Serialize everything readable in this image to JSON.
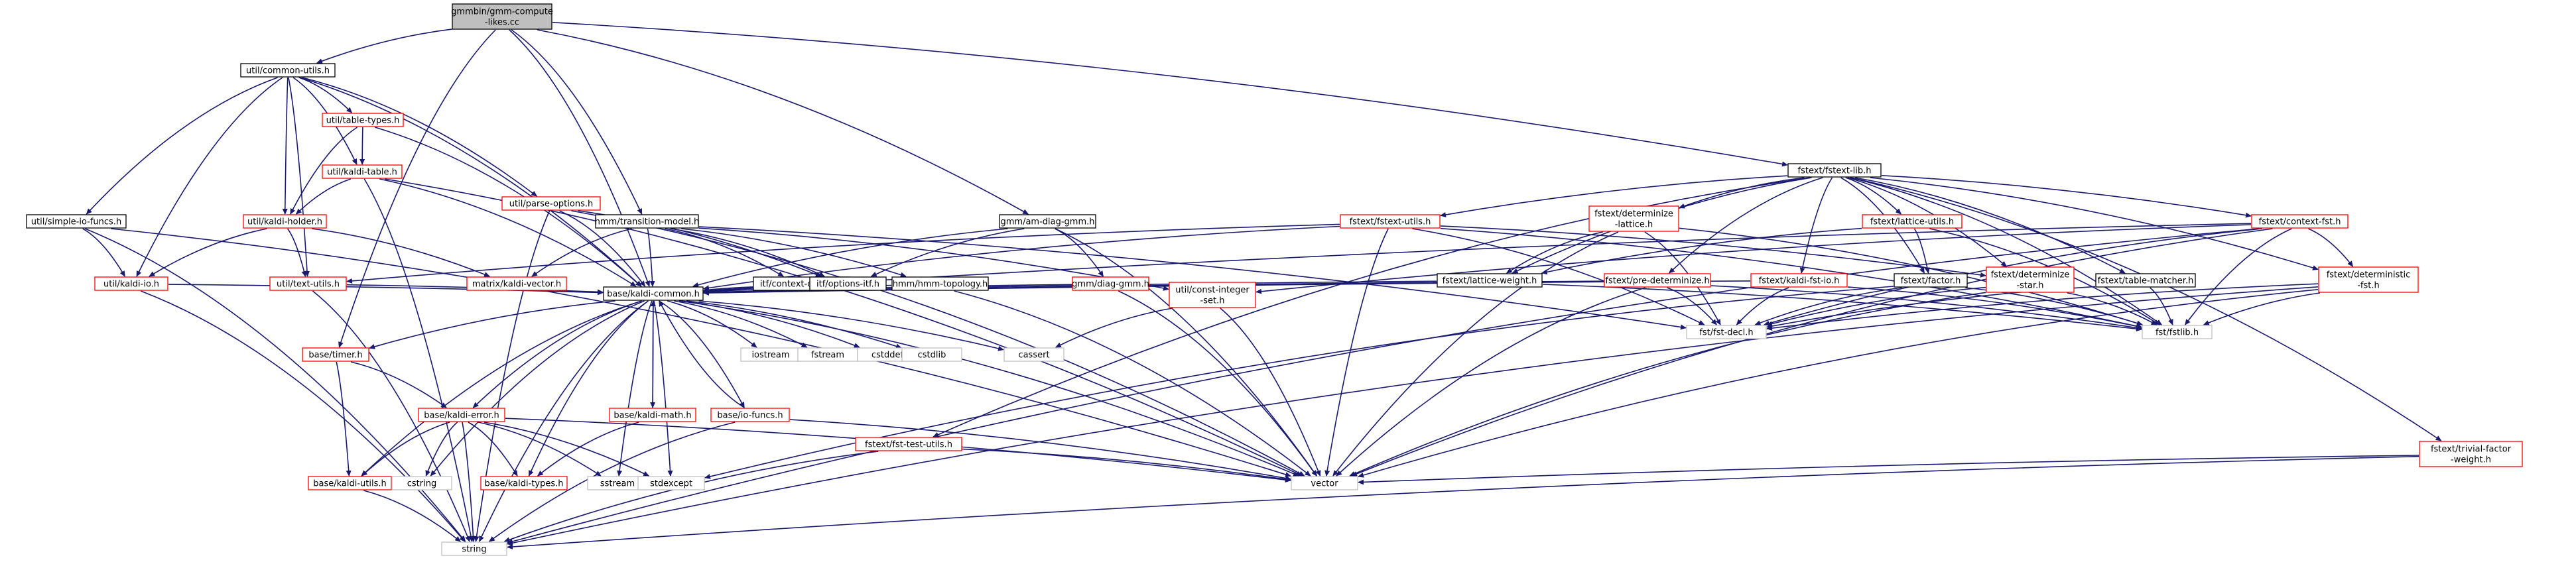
{
  "diagram_title": "gmmbin/gmm-compute-likes.cc",
  "colors": {
    "root_fill": "#bfbfbf",
    "documented_border": "#000000",
    "undocumented_border": "#ff0000",
    "system_border": "#bfbfbf",
    "edge": "#191970"
  },
  "nodes": [
    {
      "id": "root",
      "lines": [
        "gmmbin/gmm-compute",
        "-likes.cc"
      ],
      "kind": "root"
    },
    {
      "id": "common_utils",
      "lines": [
        "util/common-utils.h"
      ],
      "kind": "doc"
    },
    {
      "id": "kaldi_common",
      "lines": [
        "base/kaldi-common.h"
      ],
      "kind": "doc"
    },
    {
      "id": "timer",
      "lines": [
        "base/timer.h"
      ],
      "kind": "undoc"
    },
    {
      "id": "kaldi_error",
      "lines": [
        "base/kaldi-error.h"
      ],
      "kind": "undoc"
    },
    {
      "id": "kaldi_utils",
      "lines": [
        "base/kaldi-utils.h"
      ],
      "kind": "undoc"
    },
    {
      "id": "kaldi_types",
      "lines": [
        "base/kaldi-types.h"
      ],
      "kind": "undoc"
    },
    {
      "id": "kaldi_math",
      "lines": [
        "base/kaldi-math.h"
      ],
      "kind": "undoc"
    },
    {
      "id": "io_funcs",
      "lines": [
        "base/io-funcs.h"
      ],
      "kind": "undoc"
    },
    {
      "id": "parse_options",
      "lines": [
        "util/parse-options.h"
      ],
      "kind": "undoc"
    },
    {
      "id": "table_types",
      "lines": [
        "util/table-types.h"
      ],
      "kind": "undoc"
    },
    {
      "id": "kaldi_table",
      "lines": [
        "util/kaldi-table.h"
      ],
      "kind": "undoc"
    },
    {
      "id": "kaldi_holder",
      "lines": [
        "util/kaldi-holder.h"
      ],
      "kind": "undoc"
    },
    {
      "id": "simple_io_funcs",
      "lines": [
        "util/simple-io-funcs.h"
      ],
      "kind": "doc"
    },
    {
      "id": "kaldi_io",
      "lines": [
        "util/kaldi-io.h"
      ],
      "kind": "undoc"
    },
    {
      "id": "text_utils",
      "lines": [
        "util/text-utils.h"
      ],
      "kind": "undoc"
    },
    {
      "id": "kaldi_vector",
      "lines": [
        "matrix/kaldi-vector.h"
      ],
      "kind": "undoc"
    },
    {
      "id": "transition_model",
      "lines": [
        "hmm/transition-model.h"
      ],
      "kind": "doc"
    },
    {
      "id": "context_dep_itf",
      "lines": [
        "itf/context-dep-itf.h"
      ],
      "kind": "doc"
    },
    {
      "id": "options_itf",
      "lines": [
        "itf/options-itf.h"
      ],
      "kind": "doc"
    },
    {
      "id": "hmm_topology",
      "lines": [
        "hmm/hmm-topology.h"
      ],
      "kind": "doc"
    },
    {
      "id": "am_diag_gmm",
      "lines": [
        "gmm/am-diag-gmm.h"
      ],
      "kind": "doc"
    },
    {
      "id": "diag_gmm",
      "lines": [
        "gmm/diag-gmm.h"
      ],
      "kind": "undoc"
    },
    {
      "id": "const_integer_set",
      "lines": [
        "util/const-integer",
        "-set.h"
      ],
      "kind": "undoc"
    },
    {
      "id": "fstext_lib",
      "lines": [
        "fstext/fstext-lib.h"
      ],
      "kind": "doc"
    },
    {
      "id": "fstext_utils",
      "lines": [
        "fstext/fstext-utils.h"
      ],
      "kind": "undoc"
    },
    {
      "id": "determinize_lattice",
      "lines": [
        "fstext/determinize",
        "-lattice.h"
      ],
      "kind": "undoc"
    },
    {
      "id": "lattice_utils",
      "lines": [
        "fstext/lattice-utils.h"
      ],
      "kind": "undoc"
    },
    {
      "id": "context_fst",
      "lines": [
        "fstext/context-fst.h"
      ],
      "kind": "undoc"
    },
    {
      "id": "lattice_weight",
      "lines": [
        "fstext/lattice-weight.h"
      ],
      "kind": "doc"
    },
    {
      "id": "pre_determinize",
      "lines": [
        "fstext/pre-determinize.h"
      ],
      "kind": "undoc"
    },
    {
      "id": "kaldi_fst_io",
      "lines": [
        "fstext/kaldi-fst-io.h"
      ],
      "kind": "undoc"
    },
    {
      "id": "factor",
      "lines": [
        "fstext/factor.h"
      ],
      "kind": "doc"
    },
    {
      "id": "determinize_star",
      "lines": [
        "fstext/determinize",
        "-star.h"
      ],
      "kind": "undoc"
    },
    {
      "id": "table_matcher",
      "lines": [
        "fstext/table-matcher.h"
      ],
      "kind": "doc"
    },
    {
      "id": "deterministic_fst",
      "lines": [
        "fstext/deterministic",
        "-fst.h"
      ],
      "kind": "undoc"
    },
    {
      "id": "fst_test_utils",
      "lines": [
        "fstext/fst-test-utils.h"
      ],
      "kind": "undoc"
    },
    {
      "id": "trivial_factor_weight",
      "lines": [
        "fstext/trivial-factor",
        "-weight.h"
      ],
      "kind": "undoc"
    },
    {
      "id": "fst_decl",
      "lines": [
        "fst/fst-decl.h"
      ],
      "kind": "sys"
    },
    {
      "id": "fstlib",
      "lines": [
        "fst/fstlib.h"
      ],
      "kind": "sys"
    },
    {
      "id": "vector",
      "lines": [
        "vector"
      ],
      "kind": "sys"
    },
    {
      "id": "string",
      "lines": [
        "string"
      ],
      "kind": "sys"
    },
    {
      "id": "iostream",
      "lines": [
        "iostream"
      ],
      "kind": "sys"
    },
    {
      "id": "fstream",
      "lines": [
        "fstream"
      ],
      "kind": "sys"
    },
    {
      "id": "cstddef",
      "lines": [
        "cstddef"
      ],
      "kind": "sys"
    },
    {
      "id": "cstdlib",
      "lines": [
        "cstdlib"
      ],
      "kind": "sys"
    },
    {
      "id": "cassert",
      "lines": [
        "cassert"
      ],
      "kind": "sys"
    },
    {
      "id": "cstring",
      "lines": [
        "cstring"
      ],
      "kind": "sys"
    },
    {
      "id": "sstream",
      "lines": [
        "sstream"
      ],
      "kind": "sys"
    },
    {
      "id": "stdexcept",
      "lines": [
        "stdexcept"
      ],
      "kind": "sys"
    }
  ],
  "edges": [
    [
      "root",
      "common_utils"
    ],
    [
      "root",
      "kaldi_common"
    ],
    [
      "root",
      "timer"
    ],
    [
      "root",
      "transition_model"
    ],
    [
      "root",
      "am_diag_gmm"
    ],
    [
      "root",
      "fstext_lib"
    ],
    [
      "common_utils",
      "kaldi_common"
    ],
    [
      "common_utils",
      "parse_options"
    ],
    [
      "common_utils",
      "table_types"
    ],
    [
      "common_utils",
      "kaldi_table"
    ],
    [
      "common_utils",
      "kaldi_holder"
    ],
    [
      "common_utils",
      "simple_io_funcs"
    ],
    [
      "common_utils",
      "kaldi_io"
    ],
    [
      "common_utils",
      "text_utils"
    ],
    [
      "table_types",
      "kaldi_table"
    ],
    [
      "table_types",
      "kaldi_holder"
    ],
    [
      "table_types",
      "kaldi_common"
    ],
    [
      "kaldi_table",
      "kaldi_holder"
    ],
    [
      "kaldi_table",
      "kaldi_common"
    ],
    [
      "kaldi_table",
      "vector"
    ],
    [
      "kaldi_table",
      "string"
    ],
    [
      "kaldi_holder",
      "kaldi_io"
    ],
    [
      "kaldi_holder",
      "text_utils"
    ],
    [
      "kaldi_holder",
      "kaldi_vector"
    ],
    [
      "simple_io_funcs",
      "kaldi_io"
    ],
    [
      "simple_io_funcs",
      "string"
    ],
    [
      "simple_io_funcs",
      "vector"
    ],
    [
      "kaldi_io",
      "kaldi_common"
    ],
    [
      "kaldi_io",
      "string"
    ],
    [
      "text_utils",
      "kaldi_common"
    ],
    [
      "text_utils",
      "string"
    ],
    [
      "parse_options",
      "kaldi_common"
    ],
    [
      "parse_options",
      "options_itf"
    ],
    [
      "parse_options",
      "string"
    ],
    [
      "parse_options",
      "vector"
    ],
    [
      "transition_model",
      "kaldi_common"
    ],
    [
      "transition_model",
      "context_dep_itf"
    ],
    [
      "transition_model",
      "options_itf"
    ],
    [
      "transition_model",
      "hmm_topology"
    ],
    [
      "transition_model",
      "kaldi_vector"
    ],
    [
      "transition_model",
      "const_integer_set"
    ],
    [
      "transition_model",
      "fst_decl"
    ],
    [
      "context_dep_itf",
      "kaldi_common"
    ],
    [
      "options_itf",
      "kaldi_common"
    ],
    [
      "hmm_topology",
      "kaldi_common"
    ],
    [
      "hmm_topology",
      "vector"
    ],
    [
      "am_diag_gmm",
      "kaldi_common"
    ],
    [
      "am_diag_gmm",
      "diag_gmm"
    ],
    [
      "am_diag_gmm",
      "vector"
    ],
    [
      "am_diag_gmm",
      "options_itf"
    ],
    [
      "diag_gmm",
      "kaldi_common"
    ],
    [
      "diag_gmm",
      "vector"
    ],
    [
      "const_integer_set",
      "vector"
    ],
    [
      "const_integer_set",
      "cassert"
    ],
    [
      "fstext_lib",
      "fstlib"
    ],
    [
      "fstext_lib",
      "context_fst"
    ],
    [
      "fstext_lib",
      "determinize_star"
    ],
    [
      "fstext_lib",
      "factor"
    ],
    [
      "fstext_lib",
      "fst_test_utils"
    ],
    [
      "fstext_lib",
      "fstext_utils"
    ],
    [
      "fstext_lib",
      "pre_determinize"
    ],
    [
      "fstext_lib",
      "table_matcher"
    ],
    [
      "fstext_lib",
      "lattice_utils"
    ],
    [
      "fstext_lib",
      "determinize_lattice"
    ],
    [
      "fstext_lib",
      "deterministic_fst"
    ],
    [
      "fstext_lib",
      "trivial_factor_weight"
    ],
    [
      "fstext_lib",
      "kaldi_fst_io"
    ],
    [
      "fstext_lib",
      "lattice_weight"
    ],
    [
      "fstext_utils",
      "kaldi_common"
    ],
    [
      "fstext_utils",
      "text_utils"
    ],
    [
      "fstext_utils",
      "fst_decl"
    ],
    [
      "fstext_utils",
      "fstlib"
    ],
    [
      "fstext_utils",
      "vector"
    ],
    [
      "fstext_utils",
      "determinize_star"
    ],
    [
      "determinize_lattice",
      "lattice_weight"
    ],
    [
      "determinize_lattice",
      "fstlib"
    ],
    [
      "determinize_lattice",
      "fst_decl"
    ],
    [
      "determinize_lattice",
      "vector"
    ],
    [
      "lattice_utils",
      "factor"
    ],
    [
      "lattice_utils",
      "fstlib"
    ],
    [
      "lattice_utils",
      "lattice_weight"
    ],
    [
      "context_fst",
      "kaldi_common"
    ],
    [
      "context_fst",
      "fstlib"
    ],
    [
      "context_fst",
      "fst_decl"
    ],
    [
      "context_fst",
      "deterministic_fst"
    ],
    [
      "context_fst",
      "const_integer_set"
    ],
    [
      "context_fst",
      "string"
    ],
    [
      "context_fst",
      "vector"
    ],
    [
      "lattice_weight",
      "kaldi_common"
    ],
    [
      "lattice_weight",
      "fstlib"
    ],
    [
      "pre_determinize",
      "kaldi_common"
    ],
    [
      "pre_determinize",
      "fstlib"
    ],
    [
      "pre_determinize",
      "fst_decl"
    ],
    [
      "pre_determinize",
      "vector"
    ],
    [
      "kaldi_fst_io",
      "kaldi_common"
    ],
    [
      "kaldi_fst_io",
      "fst_decl"
    ],
    [
      "kaldi_fst_io",
      "fstlib"
    ],
    [
      "factor",
      "fst_decl"
    ],
    [
      "factor",
      "fstlib"
    ],
    [
      "factor",
      "stdexcept"
    ],
    [
      "determinize_star",
      "fst_decl"
    ],
    [
      "determinize_star",
      "fstlib"
    ],
    [
      "determinize_star",
      "vector"
    ],
    [
      "table_matcher",
      "fst_decl"
    ],
    [
      "table_matcher",
      "fstlib"
    ],
    [
      "deterministic_fst",
      "fstlib"
    ],
    [
      "deterministic_fst",
      "fst_decl"
    ],
    [
      "deterministic_fst",
      "string"
    ],
    [
      "deterministic_fst",
      "vector"
    ],
    [
      "fst_test_utils",
      "vector"
    ],
    [
      "fst_test_utils",
      "string"
    ],
    [
      "trivial_factor_weight",
      "vector"
    ],
    [
      "trivial_factor_weight",
      "string"
    ],
    [
      "kaldi_common",
      "timer"
    ],
    [
      "kaldi_common",
      "kaldi_error"
    ],
    [
      "kaldi_common",
      "kaldi_utils"
    ],
    [
      "kaldi_common",
      "kaldi_types"
    ],
    [
      "kaldi_common",
      "kaldi_math"
    ],
    [
      "kaldi_common",
      "io_funcs"
    ],
    [
      "kaldi_common",
      "iostream"
    ],
    [
      "kaldi_common",
      "fstream"
    ],
    [
      "kaldi_common",
      "cstddef"
    ],
    [
      "kaldi_common",
      "cstdlib"
    ],
    [
      "kaldi_common",
      "cassert"
    ],
    [
      "kaldi_common",
      "cstring"
    ],
    [
      "kaldi_common",
      "sstream"
    ],
    [
      "kaldi_common",
      "stdexcept"
    ],
    [
      "kaldi_common",
      "string"
    ],
    [
      "kaldi_common",
      "vector"
    ],
    [
      "timer",
      "kaldi_error"
    ],
    [
      "timer",
      "kaldi_utils"
    ],
    [
      "kaldi_error",
      "kaldi_utils"
    ],
    [
      "kaldi_error",
      "kaldi_types"
    ],
    [
      "kaldi_error",
      "cstring"
    ],
    [
      "kaldi_error",
      "string"
    ],
    [
      "kaldi_error",
      "sstream"
    ],
    [
      "kaldi_error",
      "stdexcept"
    ],
    [
      "kaldi_error",
      "vector"
    ],
    [
      "kaldi_utils",
      "string"
    ],
    [
      "kaldi_math",
      "kaldi_types"
    ],
    [
      "kaldi_math",
      "kaldi_common"
    ],
    [
      "io_funcs",
      "kaldi_common"
    ],
    [
      "io_funcs",
      "string"
    ],
    [
      "io_funcs",
      "vector"
    ]
  ]
}
